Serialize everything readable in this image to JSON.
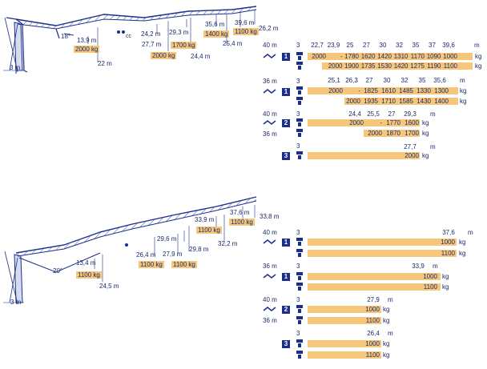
{
  "colors": {
    "navy": "#1b2f8a",
    "line": "#3a4fa0",
    "bar": "#f6c77a"
  },
  "top": {
    "boom_angle": "18°",
    "base_width": "3 m",
    "cc_label": "cc",
    "labels": [
      {
        "id": "t1",
        "text": "13,9 m"
      },
      {
        "id": "t2",
        "text": "2000 kg",
        "box": true
      },
      {
        "id": "t3",
        "text": "22 m"
      },
      {
        "id": "t4",
        "text": "24,2 m"
      },
      {
        "id": "t5",
        "text": "27,7 m"
      },
      {
        "id": "t6",
        "text": "29,3 m"
      },
      {
        "id": "t7",
        "text": "1700 kg",
        "box": true
      },
      {
        "id": "t8",
        "text": "2000 kg",
        "box": true
      },
      {
        "id": "t9",
        "text": "24,4 m"
      },
      {
        "id": "t10",
        "text": "35,6 m"
      },
      {
        "id": "t11",
        "text": "1400 kg",
        "box": true
      },
      {
        "id": "t12",
        "text": "39,6 m"
      },
      {
        "id": "t13",
        "text": "1100 kg",
        "box": true
      },
      {
        "id": "t14",
        "text": "25,4 m"
      },
      {
        "id": "t15",
        "text": "26,2 m"
      }
    ],
    "tables": [
      {
        "jib": "40 m",
        "mode": "1",
        "falls": "3",
        "distances": [
          "22,7",
          "23,9",
          "25",
          "27",
          "30",
          "32",
          "35",
          "37",
          "39,6"
        ],
        "rows": [
          [
            "2000",
            "-",
            "1780",
            "1620",
            "1420",
            "1310",
            "1170",
            "1090",
            "1000"
          ],
          [
            "2000",
            "1900",
            "1735",
            "1530",
            "1420",
            "1275",
            "1190",
            "1100"
          ]
        ],
        "unit": "kg",
        "dist_unit": "m"
      },
      {
        "jib": "36 m",
        "mode": "1",
        "falls": "3",
        "distances": [
          "25,1",
          "26,3",
          "27",
          "30",
          "32",
          "35",
          "35,6"
        ],
        "rows": [
          [
            "2000",
            "-",
            "1825",
            "1610",
            "1485",
            "1330",
            "1300"
          ],
          [
            "2000",
            "1935",
            "1710",
            "1585",
            "1430",
            "1400"
          ]
        ],
        "unit": "kg",
        "dist_unit": "m"
      },
      {
        "jib_a": "40 m",
        "jib_b": "36 m",
        "mode": "2",
        "falls": "3",
        "distances": [
          "24,4",
          "25,5",
          "27",
          "29,3"
        ],
        "rows": [
          [
            "2000",
            "-",
            "1770",
            "1600"
          ],
          [
            "2000",
            "1870",
            "1700"
          ]
        ],
        "unit": "kg",
        "dist_unit": "m"
      },
      {
        "mode": "3",
        "falls": "3",
        "distances": [
          "27,7"
        ],
        "rows": [
          [
            "2000"
          ]
        ],
        "unit": "kg",
        "dist_unit": "m"
      }
    ]
  },
  "bottom": {
    "boom_angle": "20°",
    "base_width": "3 m",
    "labels": [
      {
        "id": "b1",
        "text": "13,4 m"
      },
      {
        "id": "b2",
        "text": "1100 kg",
        "box": true
      },
      {
        "id": "b3",
        "text": "24,5 m"
      },
      {
        "id": "b4",
        "text": "26,4 m"
      },
      {
        "id": "b5",
        "text": "1100 kg",
        "box": true
      },
      {
        "id": "b6",
        "text": "27,9 m"
      },
      {
        "id": "b7",
        "text": "1100 kg",
        "box": true
      },
      {
        "id": "b8",
        "text": "29,6 m"
      },
      {
        "id": "b9",
        "text": "29,8 m"
      },
      {
        "id": "b10",
        "text": "33,9 m"
      },
      {
        "id": "b11",
        "text": "1100 kg",
        "box": true
      },
      {
        "id": "b12",
        "text": "37,6 m"
      },
      {
        "id": "b13",
        "text": "1100 kg",
        "box": true
      },
      {
        "id": "b14",
        "text": "32,2 m"
      },
      {
        "id": "b15",
        "text": "33,8 m"
      }
    ],
    "tables": [
      {
        "jib": "40 m",
        "mode": "1",
        "falls": "3",
        "distance": "37,6",
        "rows": [
          "1000",
          "1100"
        ],
        "unit": "kg",
        "dist_unit": "m"
      },
      {
        "jib": "36 m",
        "mode": "1",
        "falls": "3",
        "distance": "33,9",
        "rows": [
          "1000",
          "1100"
        ],
        "unit": "kg",
        "dist_unit": "m"
      },
      {
        "jib_a": "40 m",
        "jib_b": "36 m",
        "mode": "2",
        "falls": "3",
        "distance": "27,9",
        "rows": [
          "1000",
          "1100"
        ],
        "unit": "kg",
        "dist_unit": "m"
      },
      {
        "mode": "3",
        "falls": "3",
        "distance": "26,4",
        "rows": [
          "1000",
          "1100"
        ],
        "unit": "kg",
        "dist_unit": "m"
      }
    ]
  }
}
